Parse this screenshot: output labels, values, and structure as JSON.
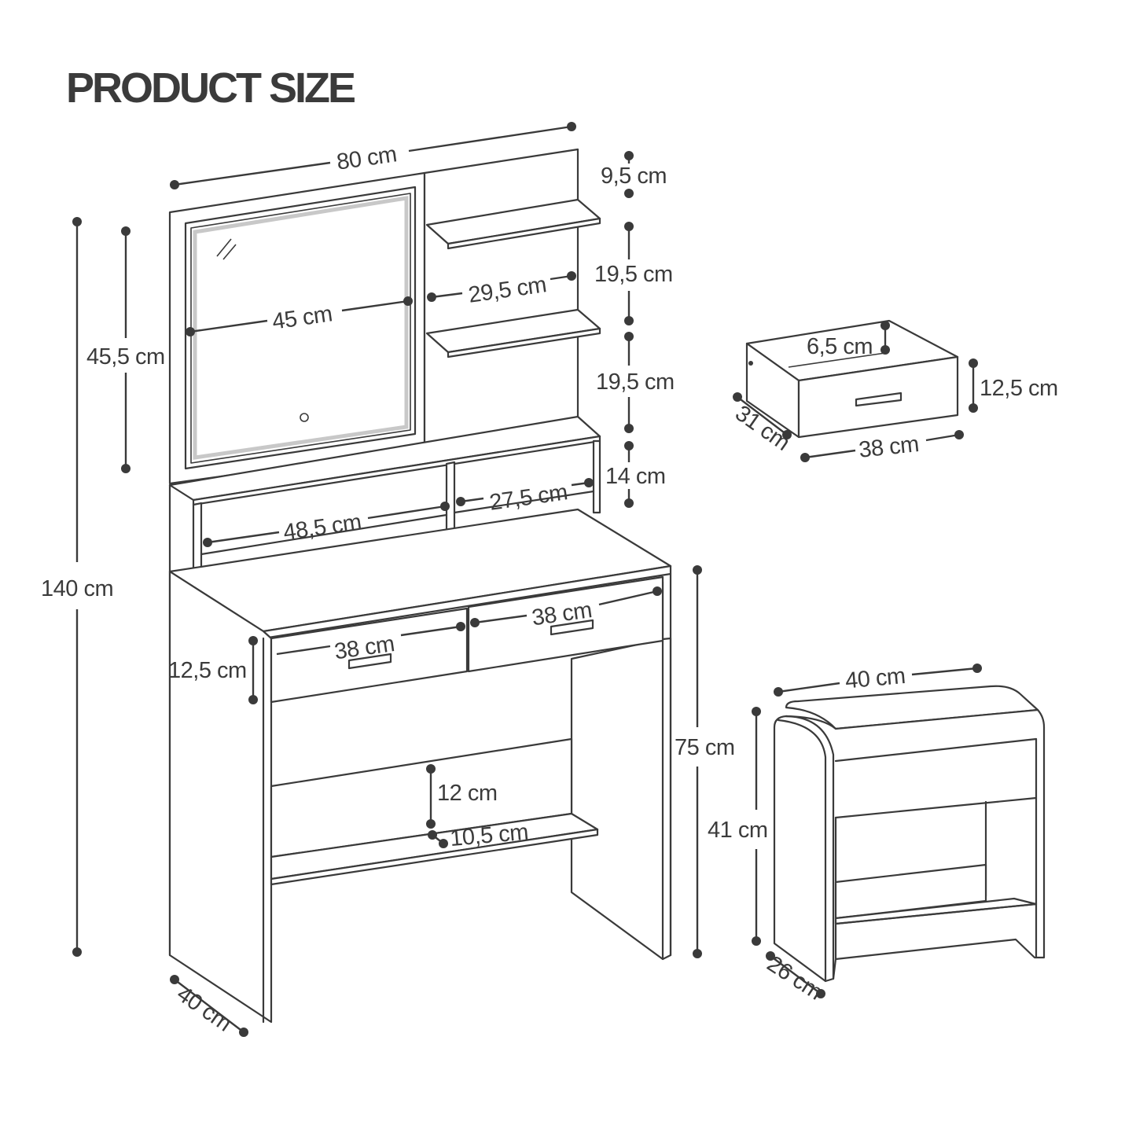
{
  "title": "PRODUCT SIZE",
  "dimensions": {
    "total_width": "80 cm",
    "total_height": "140 cm",
    "desk_depth": "40 cm",
    "desk_height": "75 cm",
    "mirror_height": "45,5 cm",
    "mirror_width": "45 cm",
    "shelf_top_gap": "9,5 cm",
    "shelf_gap_1": "19,5 cm",
    "shelf_gap_2": "19,5 cm",
    "shelf_width": "29,5 cm",
    "hutch_height": "14 cm",
    "hutch_right_width": "27,5 cm",
    "hutch_left_width": "48,5 cm",
    "drawer_left_width": "38 cm",
    "drawer_right_width": "38 cm",
    "drawer_front_height": "12,5 cm",
    "lower_shelf_gap": "12 cm",
    "lower_shelf_depth": "10,5 cm",
    "drawer_detail_inner_height": "6,5 cm",
    "drawer_detail_height": "12,5 cm",
    "drawer_detail_depth": "31 cm",
    "drawer_detail_width": "38 cm",
    "stool_width": "40 cm",
    "stool_height": "41 cm",
    "stool_depth": "26 cm"
  },
  "colors": {
    "line": "#3a3a3a",
    "text": "#3b3b3b",
    "background": "#ffffff"
  }
}
